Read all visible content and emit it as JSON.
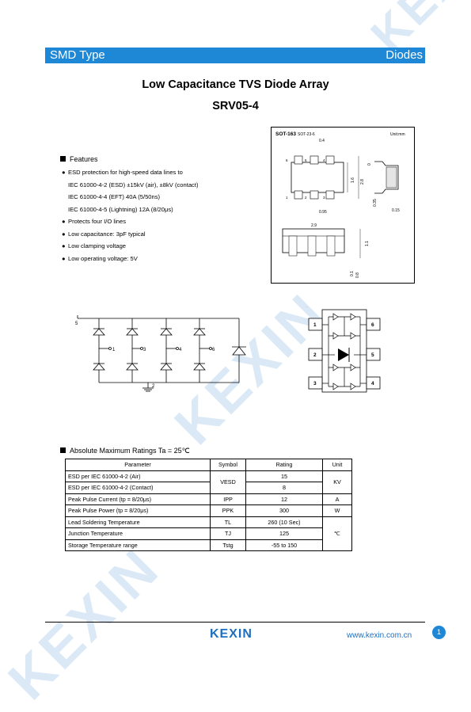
{
  "watermark": {
    "text": "KEXIN"
  },
  "header": {
    "left": "SMD Type",
    "right": "Diodes"
  },
  "title": {
    "line1": "Low Capacitance TVS Diode Array",
    "line2": "SRV05-4"
  },
  "features": {
    "heading": "Features",
    "items": [
      {
        "bullet": true,
        "text": "ESD protection for high-speed data lines to"
      },
      {
        "bullet": false,
        "text": "IEC 61000-4-2 (ESD) ±15kV (air), ±8kV (contact)"
      },
      {
        "bullet": false,
        "text": "IEC 61000-4-4 (EFT) 40A (5/50ns)"
      },
      {
        "bullet": false,
        "text": "IEC 61000-4-5 (Lightning) 12A (8/20μs)"
      },
      {
        "bullet": true,
        "text": "Protects four I/O lines"
      },
      {
        "bullet": true,
        "text": "Low capacitance: 3pF typical"
      },
      {
        "bullet": true,
        "text": "Low clamping voltage"
      },
      {
        "bullet": true,
        "text": "Low operating voltage: 5V"
      }
    ]
  },
  "package": {
    "name": "SOT-163",
    "alt": "SOT-23-6",
    "unit": "Unit:mm",
    "dims": [
      "0.4",
      "1.6",
      "2.8",
      "0.95",
      "2.9",
      "1.1",
      "0.8",
      "0.15",
      "0.35",
      "0.1"
    ]
  },
  "circuit": {
    "pins": [
      "5",
      "1",
      "3",
      "4",
      "6",
      "2"
    ]
  },
  "pinout": {
    "left": [
      "1",
      "2",
      "3"
    ],
    "right": [
      "6",
      "5",
      "4"
    ]
  },
  "ratings": {
    "heading": "Absolute Maximum Ratings Ta = 25℃",
    "columns": [
      "Parameter",
      "Symbol",
      "Rating",
      "Unit"
    ],
    "rows": [
      {
        "param": "ESD per IEC 61000-4-2 (Air)",
        "rating": "15"
      },
      {
        "param": "ESD per IEC 61000-4-2 (Contact)",
        "rating": "8"
      },
      {
        "param": "Peak Pulse Current (tp = 8/20μs)",
        "symbol": "IPP",
        "rating": "12",
        "unit": "A"
      },
      {
        "param": "Peak Pulse Power (tp = 8/20μs)",
        "symbol": "PPK",
        "rating": "300",
        "unit": "W"
      },
      {
        "param": "Lead Soldering Temperature",
        "symbol": "TL",
        "rating": "260 (10 Sec)"
      },
      {
        "param": "Junction Temperature",
        "symbol": "TJ",
        "rating": "125"
      },
      {
        "param": "Storage Temperature range",
        "symbol": "Tstg",
        "rating": "-55 to 150"
      }
    ],
    "esd_symbol": "VESD",
    "esd_unit": "KV",
    "temp_unit": "℃"
  },
  "footer": {
    "logo": "KEXIN",
    "url": "www.kexin.com.cn",
    "page": "1"
  }
}
